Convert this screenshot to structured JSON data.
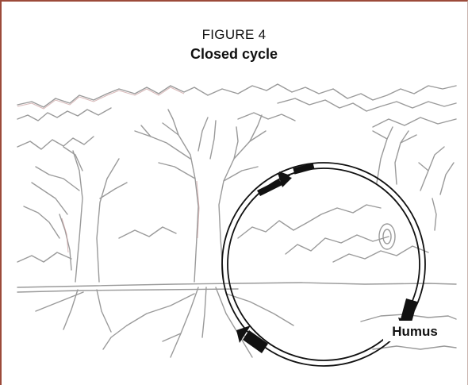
{
  "figure": {
    "label": "FIGURE 4",
    "title": "Closed cycle"
  },
  "diagram": {
    "cycle_label": "Humus",
    "arrow_direction": "clockwise"
  },
  "colors": {
    "border": "#9c4a3a",
    "sketch": "#9a9a9a",
    "ink": "#111111"
  }
}
